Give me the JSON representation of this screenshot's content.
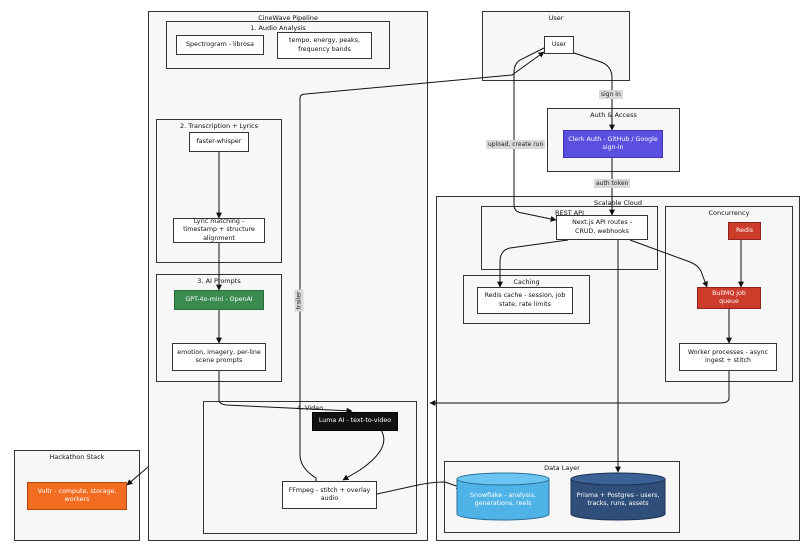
{
  "clusters": {
    "pipeline": "CineWave Pipeline",
    "audio": "1. Audio Analysis",
    "transcription": "2. Transcription + Lyrics",
    "prompts": "3. AI Prompts",
    "video": "4. Video",
    "user": "User",
    "auth": "Auth & Access",
    "cloud": "Scalable Cloud",
    "rest": "REST API",
    "concurrency": "Concurrency",
    "caching": "Caching",
    "datalayer": "Data Layer",
    "hackathon": "Hackathon Stack"
  },
  "nodes": {
    "spectrogram": "Spectrogram - librosa",
    "tempo": "tempo, energy, peaks, frequency bands",
    "whisper": "faster-whisper",
    "lyric": "Lyric matching - timestamp + structure alignment",
    "gpt": "GPT-4o-mini - OpenAI",
    "emotion": "emotion, imagery, per-line scene prompts",
    "luma": "Luma AI - text-to-video",
    "ffmpeg": "FFmpeg - stitch + overlay audio",
    "user": "User",
    "clerk": "Clerk Auth - GitHub / Google sign-in",
    "nextjs": "Next.js API routes - CRUD, webhooks",
    "redis": "Redis",
    "bullmq": "BullMQ job queue",
    "worker": "Worker processes - async ingest + stitch",
    "cache": "Redis cache - session, job state, rate limits",
    "snowflake": "Snowflake - analysis, generations, reels",
    "prisma": "Prisma + Postgres - users, tracks, runs, assets",
    "vultr": "Vultr - compute, storage, workers"
  },
  "edge_labels": {
    "signin": "sign in",
    "authtoken": "auth token",
    "upload": "upload, create run",
    "trailer": "trailer"
  },
  "colors": {
    "clerk": "#5b4fe0",
    "gpt": "#3a8b50",
    "luma": "#111111",
    "redis": "#cd3b2b",
    "vultr": "#f26d21",
    "snowflake": "#4fb3e8",
    "prisma": "#2f4f7a"
  }
}
